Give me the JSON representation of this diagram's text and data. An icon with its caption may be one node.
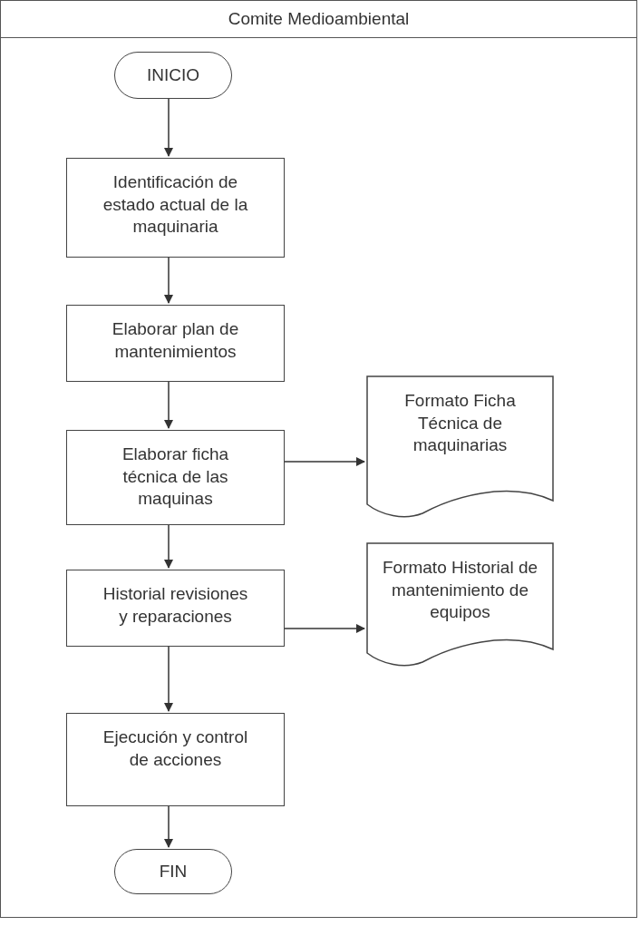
{
  "diagram": {
    "nodes": [
      {
        "text": [
          "Comite Medioambiental"
        ]
      },
      {
        "text": [
          "INICIO"
        ],
        "in": 0
      },
      {
        "text": [
          "Identificación de estado actual de la maquinaria"
        ],
        "in": 0
      },
      {
        "text": [
          "Elaborar plan de mantenimientos"
        ],
        "in": 0
      },
      {
        "text": [
          "Elaborar ficha técnica de las maquinas"
        ],
        "in": 0
      },
      {
        "text": [
          "Formato Ficha Técnica de maquinarias"
        ],
        "in": 0
      },
      {
        "text": [
          "Historial revisiones y reparaciones"
        ],
        "in": 0
      },
      {
        "text": [
          "Formato Historial de mantenimiento de equipos"
        ],
        "in": 0
      },
      {
        "text": [
          "Ejecución y control de acciones"
        ],
        "in": 0
      },
      {
        "text": [
          "FIN"
        ],
        "in": 0
      }
    ],
    "edges": [
      {
        "from": 1,
        "to": 2,
        "arrow": "to"
      },
      {
        "from": 2,
        "to": 3,
        "arrow": "to"
      },
      {
        "from": 3,
        "to": 4,
        "arrow": "to"
      },
      {
        "from": 4,
        "to": 5,
        "arrow": "to"
      },
      {
        "from": 4,
        "to": 6,
        "arrow": "to"
      },
      {
        "from": 6,
        "to": 7,
        "arrow": "to"
      },
      {
        "from": 6,
        "to": 8,
        "arrow": "to"
      },
      {
        "from": 8,
        "to": 9,
        "arrow": "to"
      }
    ]
  }
}
